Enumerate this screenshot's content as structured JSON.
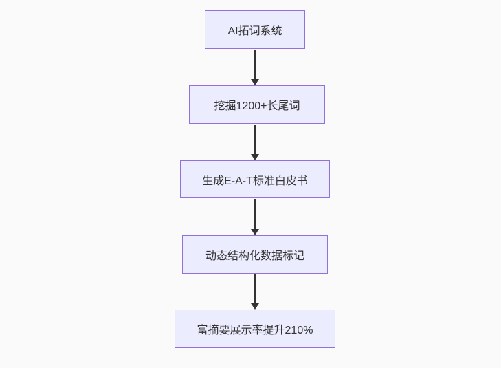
{
  "diagram": {
    "type": "flowchart",
    "direction": "top-down",
    "nodes": [
      {
        "id": "A",
        "label": "AI拓词系统"
      },
      {
        "id": "B",
        "label": "挖掘1200+长尾词"
      },
      {
        "id": "C",
        "label": "生成E-A-T标准白皮书"
      },
      {
        "id": "D",
        "label": "动态结构化数据标记"
      },
      {
        "id": "E",
        "label": "富摘要展示率提升210%"
      }
    ],
    "edges": [
      {
        "from": "A",
        "to": "B",
        "style": "arrow"
      },
      {
        "from": "B",
        "to": "C",
        "style": "arrow"
      },
      {
        "from": "C",
        "to": "D",
        "style": "arrow"
      },
      {
        "from": "D",
        "to": "E",
        "style": "arrow"
      }
    ],
    "colors": {
      "background": "#fafafa",
      "node_fill": "#ECECFF",
      "node_border": "#9370DB",
      "edge": "#333333",
      "text": "#333333"
    }
  }
}
